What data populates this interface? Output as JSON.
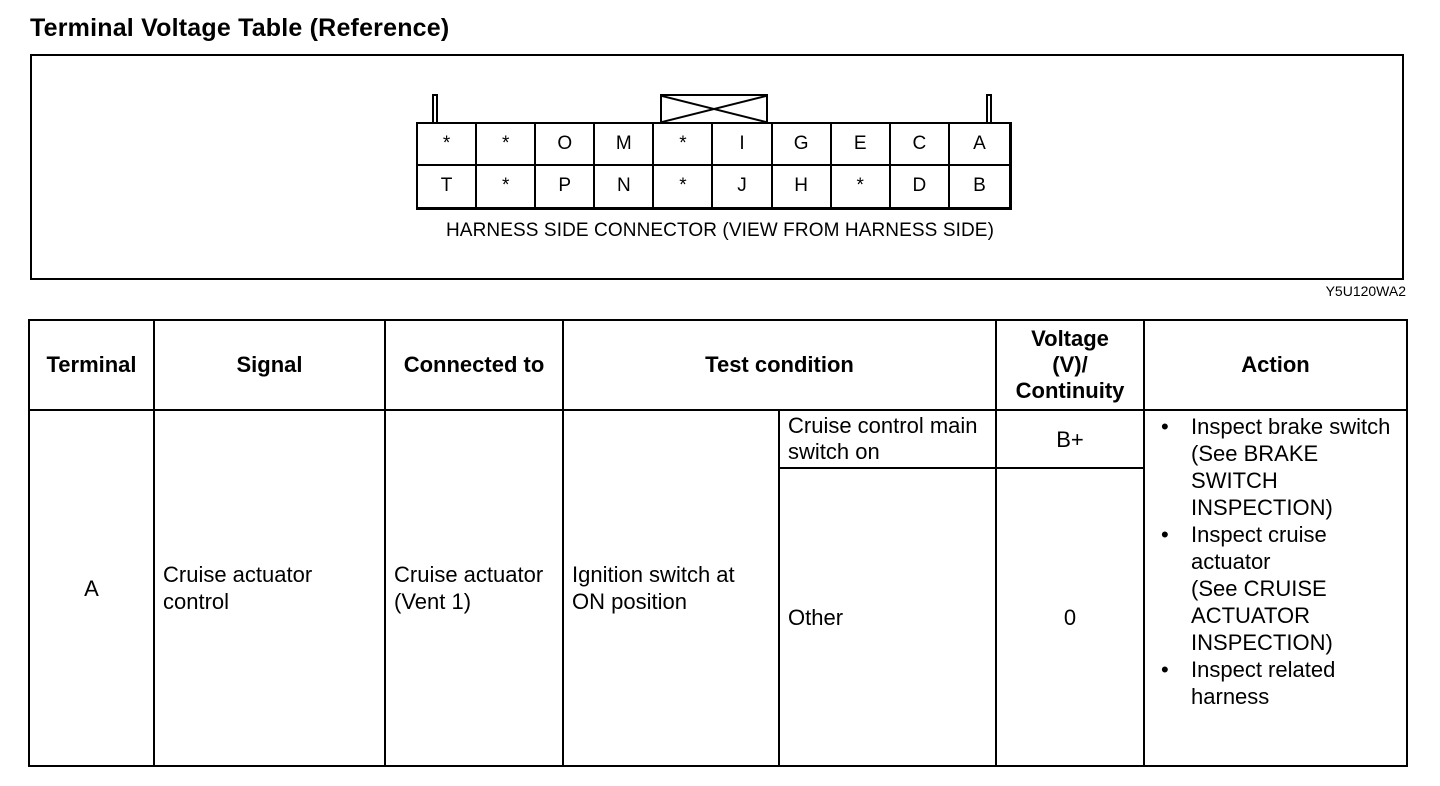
{
  "title": "Terminal Voltage Table (Reference)",
  "figure": {
    "connector_pins_top": [
      "*",
      "*",
      "O",
      "M",
      "*",
      "I",
      "G",
      "E",
      "C",
      "A"
    ],
    "connector_pins_bottom": [
      "T",
      "*",
      "P",
      "N",
      "*",
      "J",
      "H",
      "*",
      "D",
      "B"
    ],
    "caption": "HARNESS SIDE CONNECTOR (VIEW FROM HARNESS SIDE)",
    "figure_code": "Y5U120WA2"
  },
  "table": {
    "headers": {
      "terminal": "Terminal",
      "signal": "Signal",
      "connected_to": "Connected to",
      "test_condition": "Test condition",
      "voltage_line1": "Voltage",
      "voltage_line2": "(V)/",
      "voltage_line3": "Continuity",
      "action": "Action"
    },
    "row": {
      "terminal": "A",
      "signal": "Cruise actuator control",
      "connected_to": "Cruise actuator (Vent 1)",
      "test_condition": "Ignition switch at ON position",
      "sub_conditions": [
        {
          "condition": "Cruise control main switch on",
          "value": "B+"
        },
        {
          "condition": "Other",
          "value": "0"
        }
      ],
      "actions": [
        {
          "text": "Inspect brake switch",
          "ref": "(See BRAKE SWITCH INSPECTION)"
        },
        {
          "text": "Inspect cruise actuator",
          "ref": "(See CRUISE ACTUATOR INSPECTION)"
        },
        {
          "text": "Inspect related harness",
          "ref": ""
        }
      ]
    }
  }
}
